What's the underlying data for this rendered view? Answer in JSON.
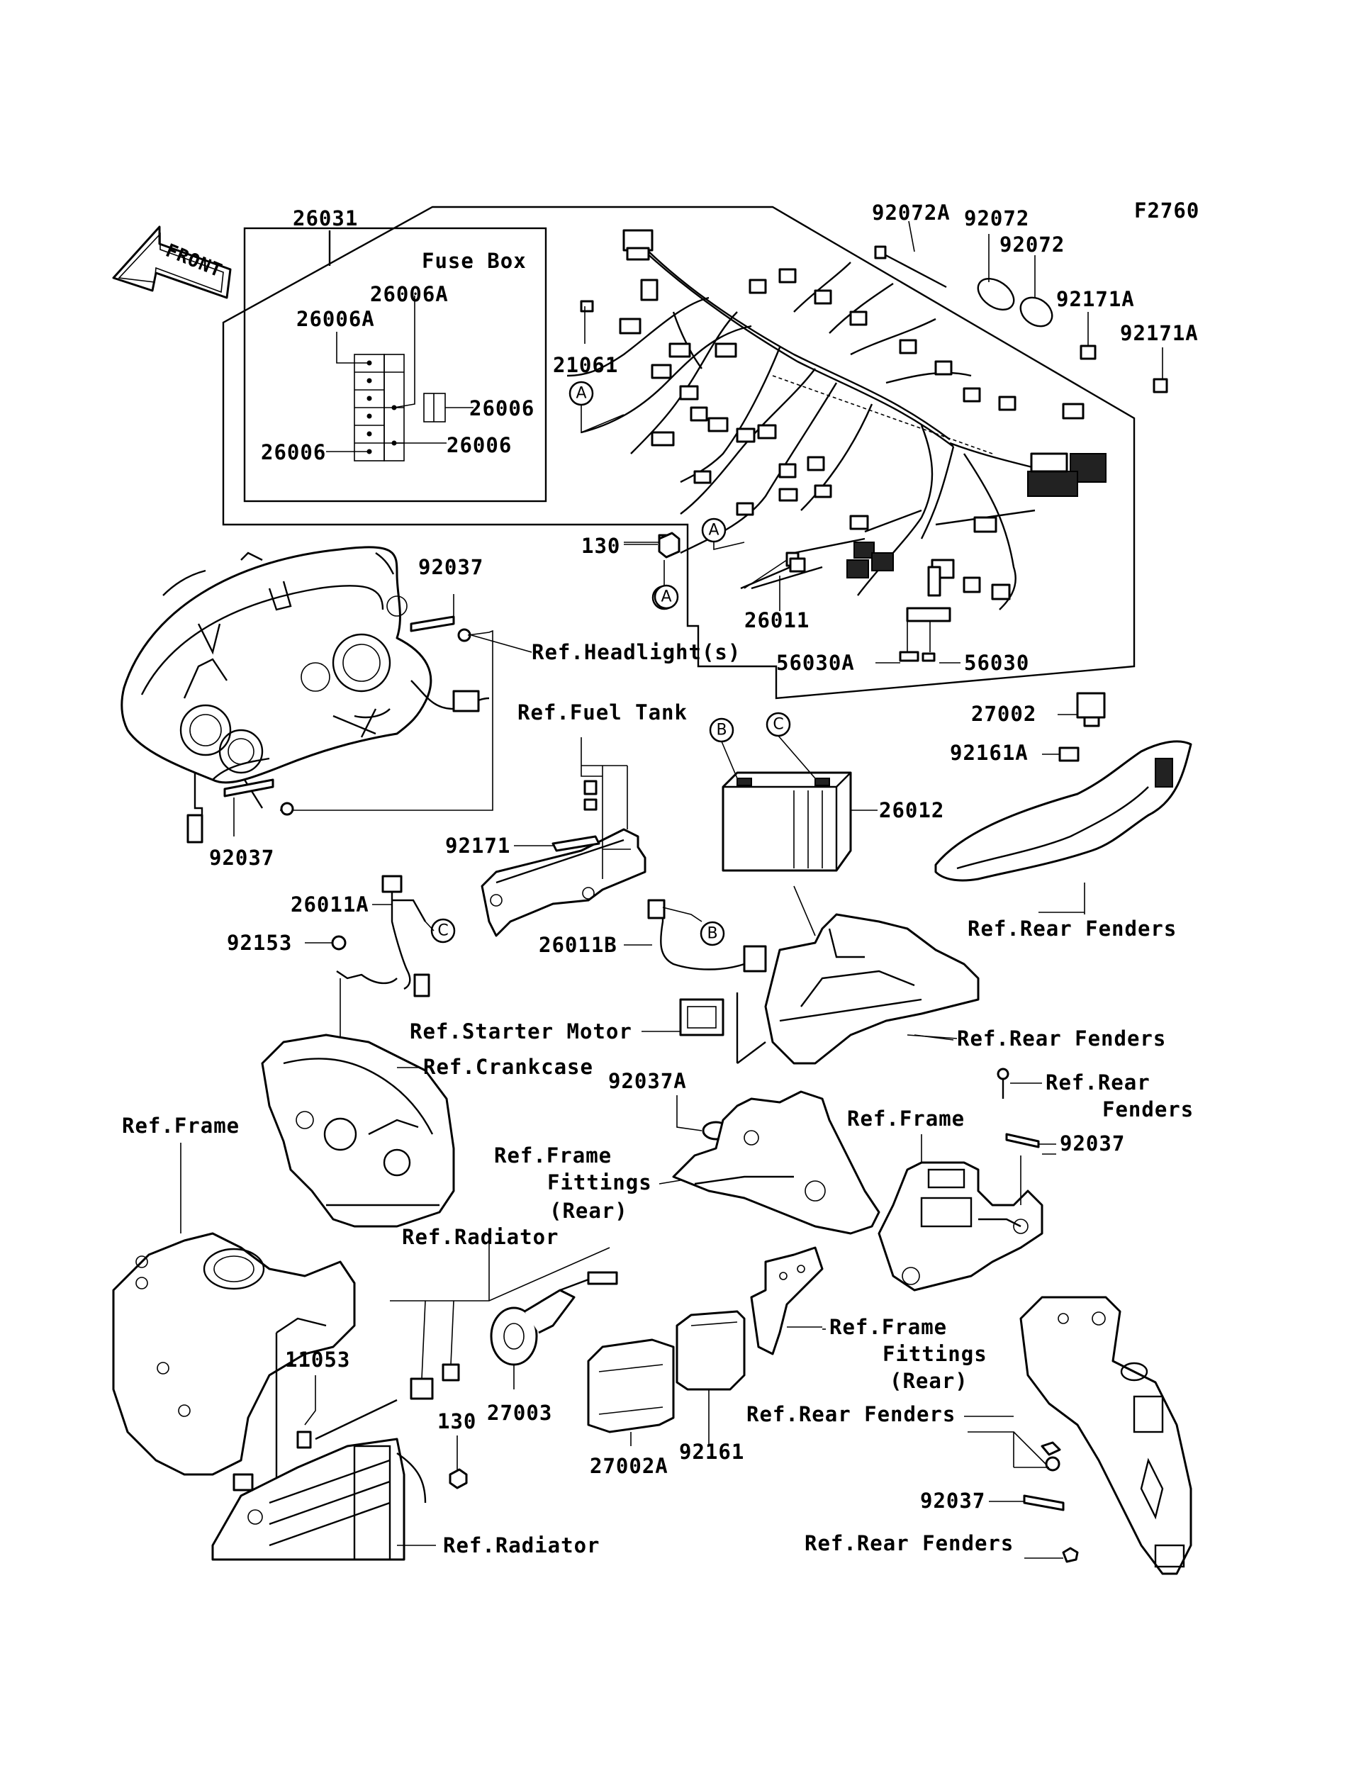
{
  "figure_code": "F2760",
  "front_arrow": "FRONT",
  "fuse_box_title": "Fuse Box",
  "labels": {
    "p26031": "26031",
    "p26006A_1": "26006A",
    "p26006A_2": "26006A",
    "p26006_1": "26006",
    "p26006_2": "26006",
    "p26006_3": "26006",
    "p21061": "21061",
    "p92072A": "92072A",
    "p92072_1": "92072",
    "p92072_2": "92072",
    "p92171A_1": "92171A",
    "p92171A_2": "92171A",
    "p130_1": "130",
    "p92037_1": "92037",
    "ref_headlight": "Ref.Headlight(s)",
    "p26011": "26011",
    "p56030A": "56030A",
    "p56030": "56030",
    "p27002": "27002",
    "p92161A": "92161A",
    "p92037_2": "92037",
    "ref_fuel_tank": "Ref.Fuel Tank",
    "p26012": "26012",
    "p92171": "92171",
    "p26011A": "26011A",
    "ref_rear_fenders_1": "Ref.Rear Fenders",
    "p92153": "92153",
    "p26011B": "26011B",
    "ref_starter_motor": "Ref.Starter Motor",
    "ref_rear_fenders_2": "Ref.Rear Fenders",
    "ref_crankcase": "Ref.Crankcase",
    "ref_rear_fenders_3a": "Ref.Rear",
    "ref_rear_fenders_3b": "Fenders",
    "p92037A": "92037A",
    "ref_frame_1": "Ref.Frame",
    "ref_frame_2": "Ref.Frame",
    "ref_frame_fittings_1a": "Ref.Frame",
    "ref_frame_fittings_1b": "Fittings",
    "ref_frame_fittings_1c": "(Rear)",
    "p92037_3": "92037",
    "ref_radiator_1": "Ref.Radiator",
    "p11053": "11053",
    "ref_frame_fittings_2a": "Ref.Frame",
    "ref_frame_fittings_2b": "Fittings",
    "ref_frame_fittings_2c": "(Rear)",
    "p27003": "27003",
    "ref_rear_fenders_4": "Ref.Rear Fenders",
    "p130_2": "130",
    "p27002A": "27002A",
    "p92161": "92161",
    "p92037_4": "92037",
    "ref_radiator_2": "Ref.Radiator",
    "ref_rear_fenders_5": "Ref.Rear Fenders"
  },
  "callouts": {
    "a1": "A",
    "a2": "A",
    "a3": "A",
    "b1": "B",
    "b2": "B",
    "c1": "C",
    "c2": "C"
  }
}
